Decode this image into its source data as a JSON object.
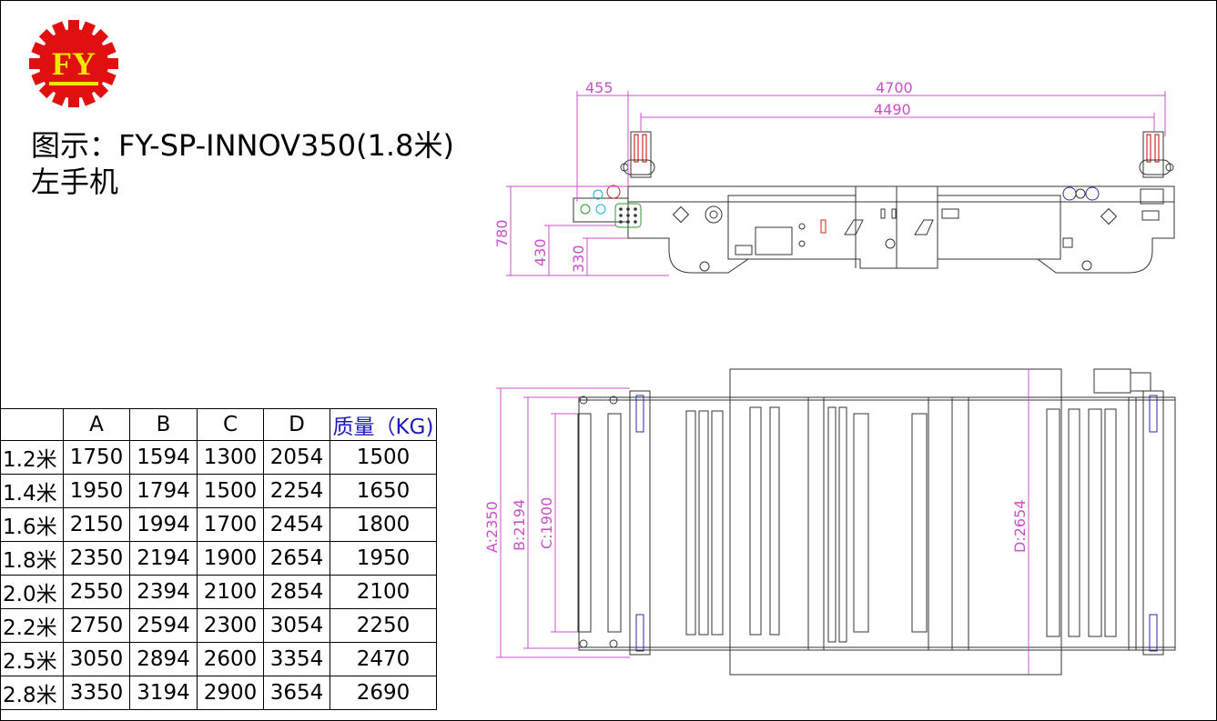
{
  "logo": {
    "text": "FY",
    "colors": {
      "gear": "#e01010",
      "letters": "#f5e400"
    }
  },
  "title": {
    "line1": "图示：FY-SP-INNOV350(1.8米)",
    "line2": "左手机"
  },
  "dimensions": {
    "side_view": {
      "d455": "455",
      "d4700": "4700",
      "d4490": "4490",
      "d780": "780",
      "d430": "430",
      "d330": "330"
    },
    "top_view": {
      "a": "A:2350",
      "b": "B:2194",
      "c": "C:1900",
      "d": "D:2654"
    },
    "color": "#c850c8"
  },
  "table": {
    "headers": [
      "",
      "A",
      "B",
      "C",
      "D",
      "质量（KG)"
    ],
    "rows": [
      [
        "1.2米",
        "1750",
        "1594",
        "1300",
        "2054",
        "1500"
      ],
      [
        "1.4米",
        "1950",
        "1794",
        "1500",
        "2254",
        "1650"
      ],
      [
        "1.6米",
        "2150",
        "1994",
        "1700",
        "2454",
        "1800"
      ],
      [
        "1.8米",
        "2350",
        "2194",
        "1900",
        "2654",
        "1950"
      ],
      [
        "2.0米",
        "2550",
        "2394",
        "2100",
        "2854",
        "2100"
      ],
      [
        "2.2米",
        "2750",
        "2594",
        "2300",
        "3054",
        "2250"
      ],
      [
        "2.5米",
        "3050",
        "2894",
        "2600",
        "3354",
        "2470"
      ],
      [
        "2.8米",
        "3350",
        "3194",
        "2900",
        "3654",
        "2690"
      ]
    ],
    "mass_header_color": "#1a1ab8"
  }
}
